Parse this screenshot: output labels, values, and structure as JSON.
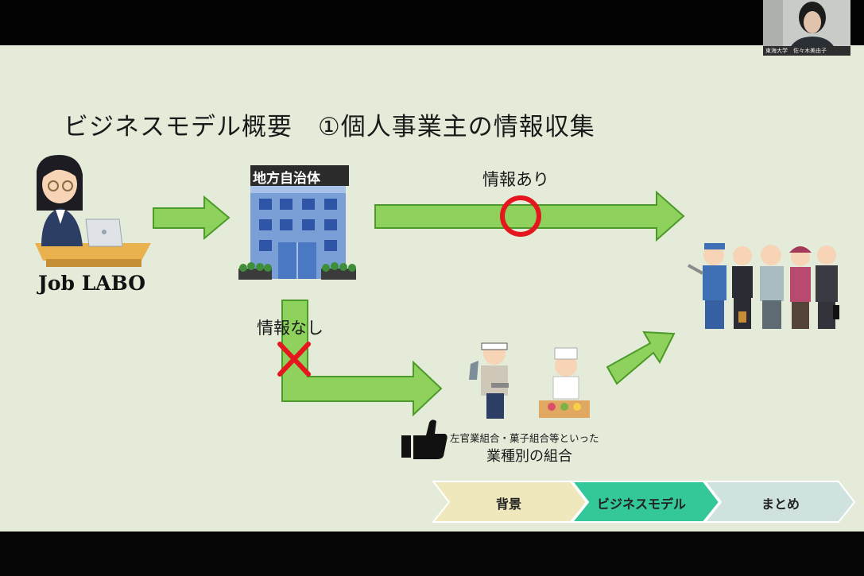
{
  "slide": {
    "title": "ビジネスモデル概要　①個人事業主の情報収集",
    "job_labo": "Job LABO",
    "building_sign": "地方自治体",
    "info_yes": "情報あり",
    "info_no": "情報なし",
    "union_small": "左官業組合・菓子組合等といった",
    "union_large": "業種別の組合"
  },
  "nav": {
    "steps": [
      "背景",
      "ビジネスモデル",
      "まとめ"
    ],
    "active_index": 1
  },
  "webcam": {
    "caption": "東海大学　佐々木美由子"
  },
  "colors": {
    "slide_bg": "#e4ecd9",
    "arrow_green": "#8ed15d",
    "arrow_border": "#4c9a2a",
    "circle_red": "#e5161d",
    "nav_step1": "#efe8bd",
    "nav_step2": "#33c79a",
    "nav_step3": "#cfe2e0"
  }
}
